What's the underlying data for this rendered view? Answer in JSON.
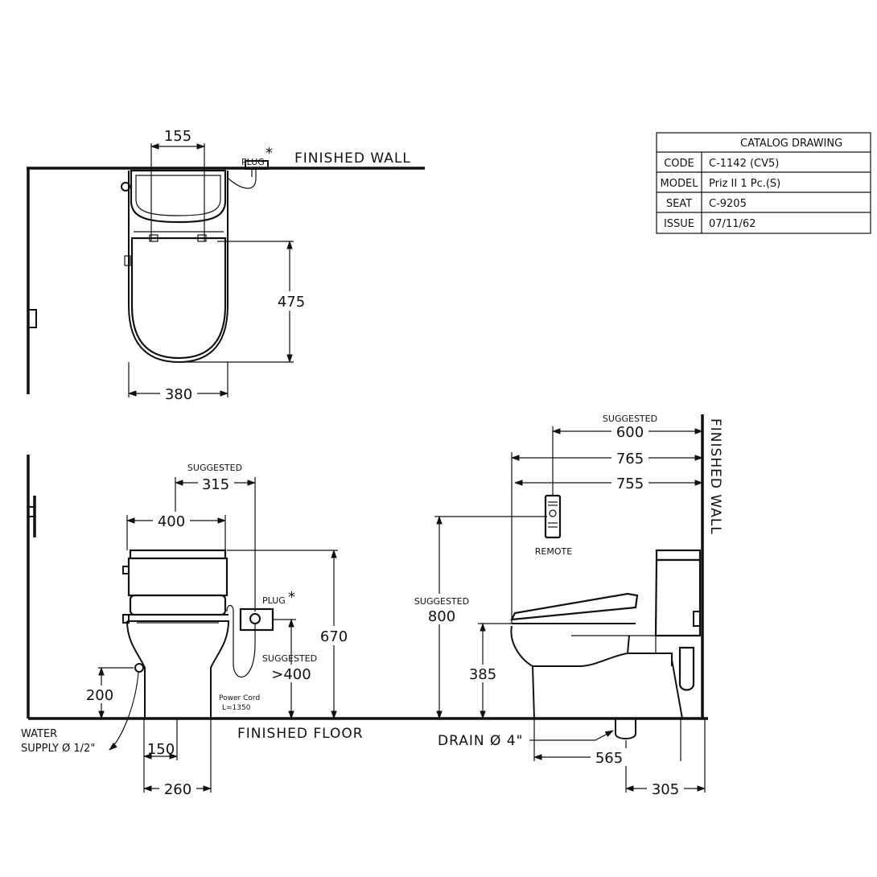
{
  "table": {
    "title": "CATALOG  DRAWING",
    "rows": [
      {
        "key": "CODE",
        "value": "C-1142 (CV5)"
      },
      {
        "key": "MODEL",
        "value": "Priz II 1 Pc.(S)"
      },
      {
        "key": "SEAT",
        "value": "C-9205"
      },
      {
        "key": "ISSUE",
        "value": "07/11/62"
      }
    ]
  },
  "labels": {
    "finished_wall": "FINISHED  WALL",
    "finished_wall_side": "FINISHED  WALL",
    "finished_floor": "FINISHED  FLOOR",
    "plug_top": "PLUG",
    "plug_front": "PLUG",
    "asterisk": "*",
    "suggested": "SUGGESTED",
    "remote": "REMOTE",
    "power_cord": "Power Cord",
    "power_cord_len": "L=1350",
    "water_supply_1": "WATER",
    "water_supply_2": "SUPPLY Ø 1/2\"",
    "drain": "DRAIN Ø 4\""
  },
  "dims": {
    "top_155": "155",
    "top_475": "475",
    "top_380": "380",
    "front_315": "315",
    "front_400": "400",
    "front_670": "670",
    "front_gt400": ">400",
    "front_200": "200",
    "front_150": "150",
    "front_260": "260",
    "side_600": "600",
    "side_765": "765",
    "side_755": "755",
    "side_800": "800",
    "side_385": "385",
    "side_565": "565",
    "side_305": "305"
  }
}
